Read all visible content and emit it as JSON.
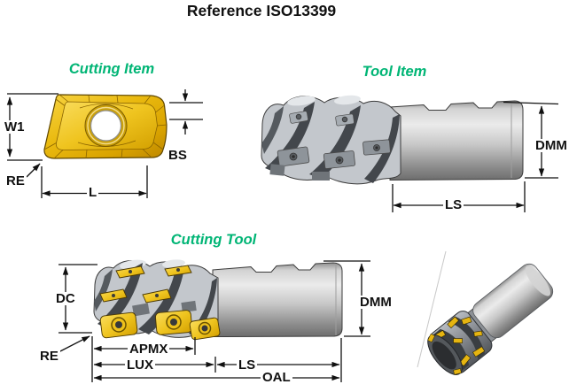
{
  "title": "Reference ISO13399",
  "colors": {
    "heading_green": "#00b575",
    "insert_gold": "#e9ba10",
    "steel_gray": "#c6c6c6",
    "dimension_line": "#111111"
  },
  "sections": {
    "cutting_item": {
      "heading": "Cutting Item",
      "labels": {
        "w1": "W1",
        "bs": "BS",
        "re": "RE",
        "l": "L"
      }
    },
    "tool_item": {
      "heading": "Tool Item",
      "labels": {
        "dmm": "DMM",
        "ls": "LS"
      }
    },
    "cutting_tool": {
      "heading": "Cutting Tool",
      "labels": {
        "dc": "DC",
        "re": "RE",
        "apmx": "APMX",
        "lux": "LUX",
        "ls": "LS",
        "oal": "OAL",
        "dmm": "DMM"
      }
    }
  }
}
